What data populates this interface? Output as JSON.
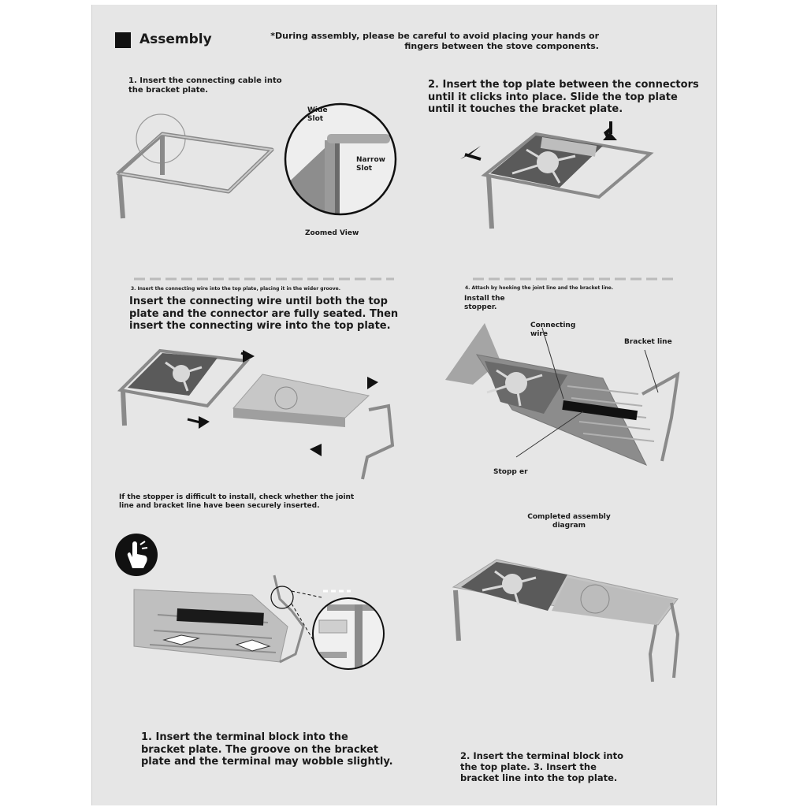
{
  "header": {
    "title": "Assembly",
    "warning_line1": "*During assembly, please be careful to avoid placing your hands or",
    "warning_line2": "fingers between the stove components."
  },
  "step1": {
    "line1": "1. Insert the connecting cable into",
    "line2": "the bracket plate.",
    "wide_slot_1": "Wide",
    "wide_slot_2": "Slot",
    "narrow_slot_1": "Narrow",
    "narrow_slot_2": "Slot",
    "zoomed_view": "Zoomed View"
  },
  "step2": {
    "line1": "2. Insert the top plate between the connectors",
    "line2": "until it clicks into place. Slide the top plate",
    "line3": "until it touches the bracket plate."
  },
  "step3": {
    "small": "3. Insert the connecting wire into the top plate, placing it in the wider groove.",
    "line1": "Insert the connecting wire until both the top",
    "line2": "plate and the connector are fully seated. Then",
    "line3": "insert the connecting wire into the top plate."
  },
  "step4": {
    "small": "4. Attach by hooking the joint line and the bracket line.",
    "install_1": "Install the",
    "install_2": "stopper.",
    "connecting_1": "Connecting",
    "connecting_2": "wire",
    "bracket_line": "Bracket line",
    "stopper": "Stopp er"
  },
  "tip": {
    "line1": "If the stopper is difficult to install, check whether the joint",
    "line2": "line and bracket line have been securely inserted."
  },
  "completed": {
    "line1": "Completed assembly",
    "line2": "diagram"
  },
  "footer_left": {
    "line1": "1. Insert the terminal block into the",
    "line2": "bracket plate. The groove on the bracket",
    "line3": "plate and the terminal may wobble slightly."
  },
  "footer_right": {
    "line1": "2. Insert the terminal block into",
    "line2": "the top plate. 3. Insert the",
    "line3": "bracket line into the top plate."
  },
  "colors": {
    "page": "#e6e6e6",
    "metal": "#8a8a8a",
    "plate": "#555555",
    "ink": "#111111"
  }
}
